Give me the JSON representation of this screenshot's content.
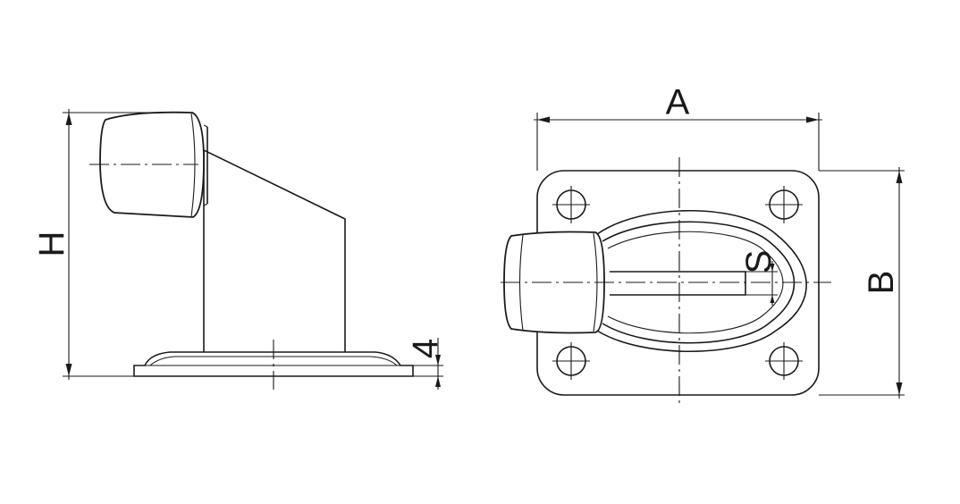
{
  "drawing": {
    "line_color": "#1a1a1a",
    "background": "#ffffff",
    "views": [
      "side-view",
      "top-view"
    ]
  },
  "dimensions": {
    "height": "H",
    "plate_thickness": "4",
    "width": "A",
    "depth": "B",
    "slot": "S"
  }
}
